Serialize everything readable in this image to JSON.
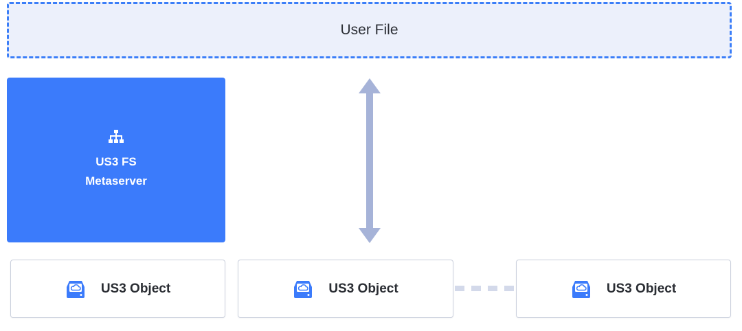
{
  "user_file": {
    "label": "User File"
  },
  "metaserver": {
    "line1": "US3 FS",
    "line2": "Metaserver",
    "icon": "sitemap-icon"
  },
  "objects": [
    {
      "label": "US3 Object",
      "icon": "cloud-storage-icon"
    },
    {
      "label": "US3 Object",
      "icon": "cloud-storage-icon"
    },
    {
      "label": "US3 Object",
      "icon": "cloud-storage-icon"
    }
  ],
  "colors": {
    "accent_blue": "#3b7bfb",
    "dashed_border": "#3b7ef8",
    "user_file_bg": "#ecf0fb",
    "arrow": "#a6b3d8",
    "link_dash": "#d3d9ea"
  }
}
